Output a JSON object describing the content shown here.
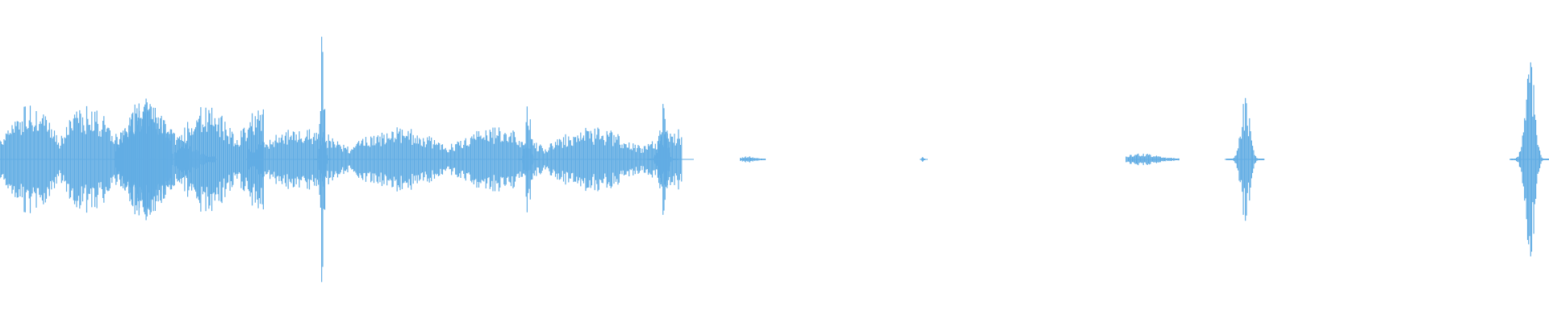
{
  "waveform": {
    "color": "#62ade4",
    "background": "#ffffff",
    "bursts": [
      {
        "x": 0.0,
        "w": 0.17,
        "peak": 0.17,
        "shape": "cluster"
      },
      {
        "x": 0.074,
        "w": 0.038,
        "peak": 0.19,
        "shape": "blob"
      },
      {
        "x": 0.113,
        "w": 0.026,
        "peak": 0.05,
        "shape": "tail"
      },
      {
        "x": 0.16,
        "w": 0.28,
        "peak": 0.1,
        "shape": "cluster"
      },
      {
        "x": 0.203,
        "w": 0.01,
        "peak": 0.43,
        "shape": "spike"
      },
      {
        "x": 0.335,
        "w": 0.012,
        "peak": 0.2,
        "shape": "spike"
      },
      {
        "x": 0.418,
        "w": 0.02,
        "peak": 0.18,
        "shape": "spike"
      },
      {
        "x": 0.478,
        "w": 0.016,
        "peak": 0.01,
        "shape": "tail"
      },
      {
        "x": 0.595,
        "w": 0.002,
        "peak": 0.01,
        "shape": "tail"
      },
      {
        "x": 0.727,
        "w": 0.034,
        "peak": 0.02,
        "shape": "tail"
      },
      {
        "x": 0.792,
        "w": 0.024,
        "peak": 0.2,
        "shape": "spike"
      },
      {
        "x": 0.975,
        "w": 0.025,
        "peak": 0.35,
        "shape": "spike"
      }
    ]
  }
}
